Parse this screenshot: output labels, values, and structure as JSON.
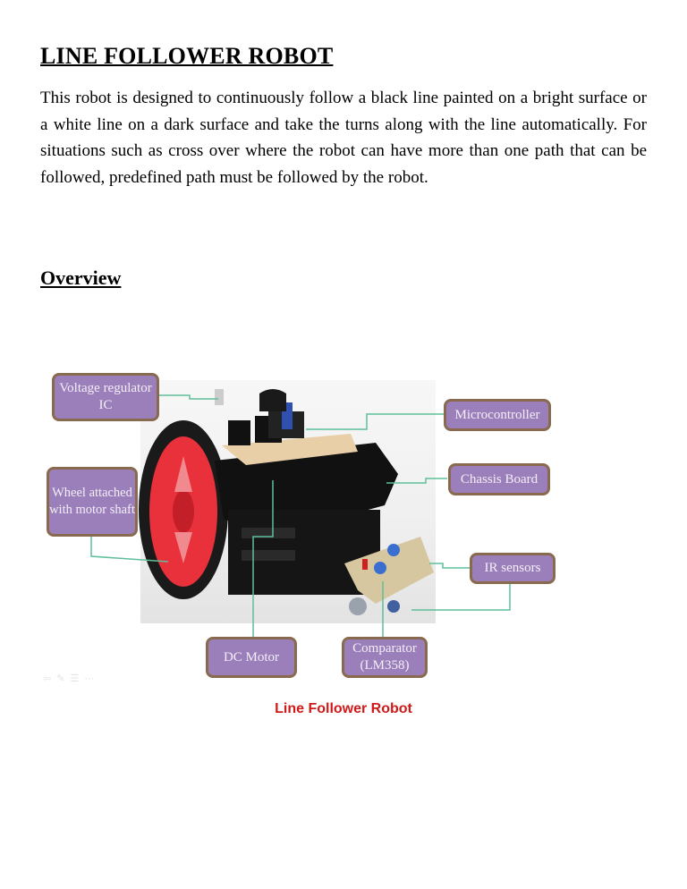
{
  "document": {
    "title": "LINE FOLLOWER ROBOT",
    "intro_paragraph": "This robot is designed to continuously follow a black line painted on a bright surface or a white line on a dark surface and take the turns along with the line automatically. For situations such as cross over where the robot can have more than one path that can be followed, predefined path must be followed by the robot.",
    "section_heading": "Overview"
  },
  "figure": {
    "caption": "Line Follower Robot",
    "caption_color": "#d01a1a",
    "label_color": "#9b7fba",
    "label_border_color": "#8a6a4e",
    "connector_color": "#5fbf9a",
    "labels": {
      "voltage_regulator": "Voltage regulator IC",
      "wheel": "Wheel attached with motor shaft",
      "microcontroller": "Microcontroller",
      "chassis_board": "Chassis Board",
      "ir_sensors": "IR sensors",
      "dc_motor": "DC Motor",
      "comparator": "Comparator (LM358)"
    },
    "ghost_toolbar_icons": [
      "back-icon",
      "pen-icon",
      "menu-icon",
      "more-icon"
    ]
  }
}
